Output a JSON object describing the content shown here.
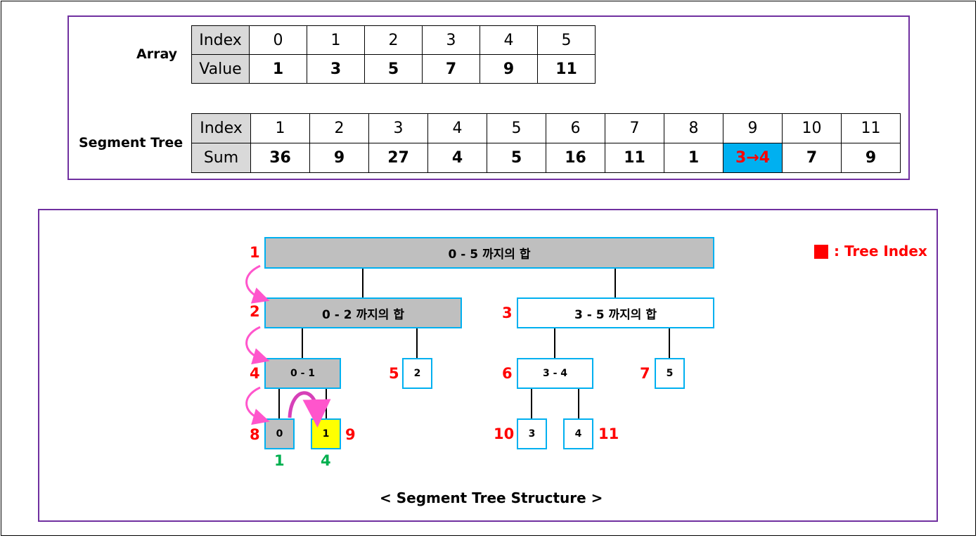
{
  "array": {
    "label": "Array",
    "index_header": "Index",
    "value_header": "Value",
    "indices": [
      "0",
      "1",
      "2",
      "3",
      "4",
      "5"
    ],
    "values": [
      "1",
      "3",
      "5",
      "7",
      "9",
      "11"
    ]
  },
  "segment_tree": {
    "label": "Segment Tree",
    "index_header": "Index",
    "sum_header": "Sum",
    "indices": [
      "1",
      "2",
      "3",
      "4",
      "5",
      "6",
      "7",
      "8",
      "9",
      "10",
      "11"
    ],
    "sums": [
      "36",
      "9",
      "27",
      "4",
      "5",
      "16",
      "11",
      "1",
      "3→4",
      "7",
      "9"
    ],
    "highlight_color": "#00b0f0",
    "highlight_text_color": "#ff0000"
  },
  "legend": {
    "swatch_color": "#ff0000",
    "text": ": Tree Index"
  },
  "nodes": {
    "n1": {
      "label": "0 - 5 까지의 합",
      "tree_index": "1"
    },
    "n2": {
      "label": "0 - 2 까지의 합",
      "tree_index": "2"
    },
    "n3": {
      "label": "3 - 5 까지의 합",
      "tree_index": "3"
    },
    "n4": {
      "label": "0 - 1",
      "tree_index": "4"
    },
    "n5": {
      "label": "2",
      "tree_index": "5"
    },
    "n6": {
      "label": "3 - 4",
      "tree_index": "6"
    },
    "n7": {
      "label": "5",
      "tree_index": "7"
    },
    "n8": {
      "label": "0",
      "tree_index": "8",
      "order": "1"
    },
    "n9": {
      "label": "1",
      "tree_index": "9",
      "order": "4"
    },
    "n10": {
      "label": "3",
      "tree_index": "10"
    },
    "n11": {
      "label": "4",
      "tree_index": "11"
    }
  },
  "colors": {
    "panel_border": "#7030a0",
    "node_border": "#00b0f0",
    "node_visited": "#bfbfbf",
    "node_target": "#ffff00",
    "arrow": "#e040c0",
    "tree_index": "#ff0000",
    "order": "#00b050"
  },
  "caption": "< Segment Tree Structure >"
}
